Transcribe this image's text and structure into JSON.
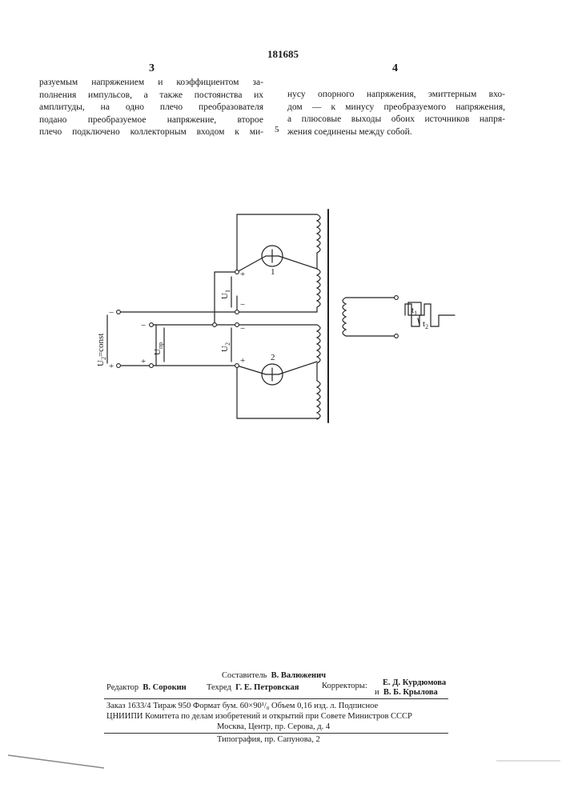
{
  "header": {
    "patent_number": "181685",
    "left_column_number": "3",
    "right_column_number": "4"
  },
  "text": {
    "left_lines": [
      "разуемым напряжением и коэффициентом за-",
      "полнения импульсов, а также постоянства их",
      "амплитуды, на одно плечо преобразователя",
      "подано преобразуемое напряжение, второе",
      "плечо подключено коллекторным входом к ми-"
    ],
    "right_lines": [
      "нусу опорного напряжения, эмиттерным вхо-",
      "дом — к минусу преобразуемого напряжения,",
      "а плюсовые выходы обоих источников напря-",
      "жения соединены между собой."
    ],
    "line_marker": "5"
  },
  "diagram": {
    "labels": {
      "minus_top": "−",
      "plus_top": "+",
      "minus_mid": "−",
      "plus_mid": "+",
      "minus_bot": "−",
      "plus_bot": "+",
      "plus_left": "+",
      "u1": "U",
      "u1_sub": "1",
      "u2": "U",
      "u2_sub": "2",
      "uref": "U",
      "uref_sub": "2",
      "uref_rest": "=const",
      "upr": "U",
      "upr_sub": "пр",
      "transistor_1": "1",
      "transistor_2": "2",
      "t1": "t",
      "t1_sub": "1",
      "t2": "t",
      "t2_sub": "2"
    }
  },
  "credits": {
    "compiler_label": "Составитель",
    "compiler_name": "В. Валюженич",
    "editor_label": "Редактор",
    "editor_name": "В. Сорокин",
    "techred_label": "Техред",
    "techred_name": "Г. Е. Петровская",
    "correctors_label": "Корректоры:",
    "corrector_1": "Е. Д. Курдюмова",
    "corrector_2_prefix": "и",
    "corrector_2": "В. Б. Крылова",
    "order_line": "Заказ 1633/4   Тираж 950   Формат бум. 60×90¹/₈   Объем 0,16 изд. л. Подписное",
    "org_line": "ЦНИИПИ Комитета по делам изобретений и открытий при Совете Министров СССР",
    "address_line": "Москва, Центр, пр. Серова, д. 4",
    "printing_line": "Типография, пр. Сапунова, 2"
  }
}
